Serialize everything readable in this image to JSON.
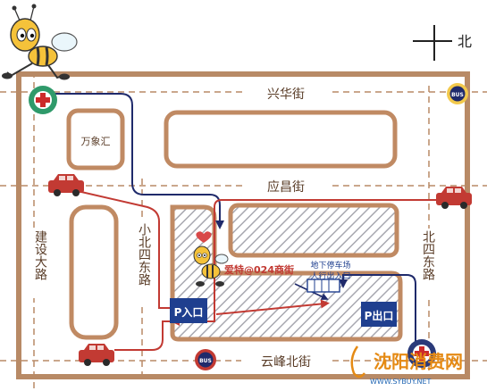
{
  "compass": {
    "north_label": "北"
  },
  "streets": {
    "xinghua": "兴华街",
    "yingchang": "应昌街",
    "yunfeng_north": "云峰北街",
    "jianshe_avenue": "建设大路",
    "xiaobei_fourth_east": "小北四东路",
    "north_fourth_east": "北四东路"
  },
  "landmarks": {
    "wanxianghui": "万象汇",
    "store_name": "爱特@024商街",
    "underground_parking": "地下停车场",
    "pedestrian_entrance": "人行出入口",
    "bus_label": "BUS"
  },
  "parking": {
    "entrance_label": "P入口",
    "exit_label": "P出口"
  },
  "watermark": {
    "title": "沈阳消费网",
    "url": "WWW.SYBUY.NET"
  },
  "colors": {
    "road_brown": "#b88a66",
    "block_outline": "#c08a63",
    "car_red": "#c23a33",
    "route_red": "#c23a33",
    "route_navy": "#1f2a6b",
    "parking_blue": "#1f3f8f",
    "metro_green": "#2f9a6a",
    "metro_red": "#cc2a2a",
    "hatch": "#a8a8b0",
    "watermark_orange": "#e58a14",
    "watermark_blue": "#2166b3"
  },
  "icons": [
    "compass-icon",
    "metro-icon",
    "bus-stop-icon",
    "car-icon",
    "bee-mascot-icon",
    "heart-icon",
    "walkway-icon"
  ]
}
